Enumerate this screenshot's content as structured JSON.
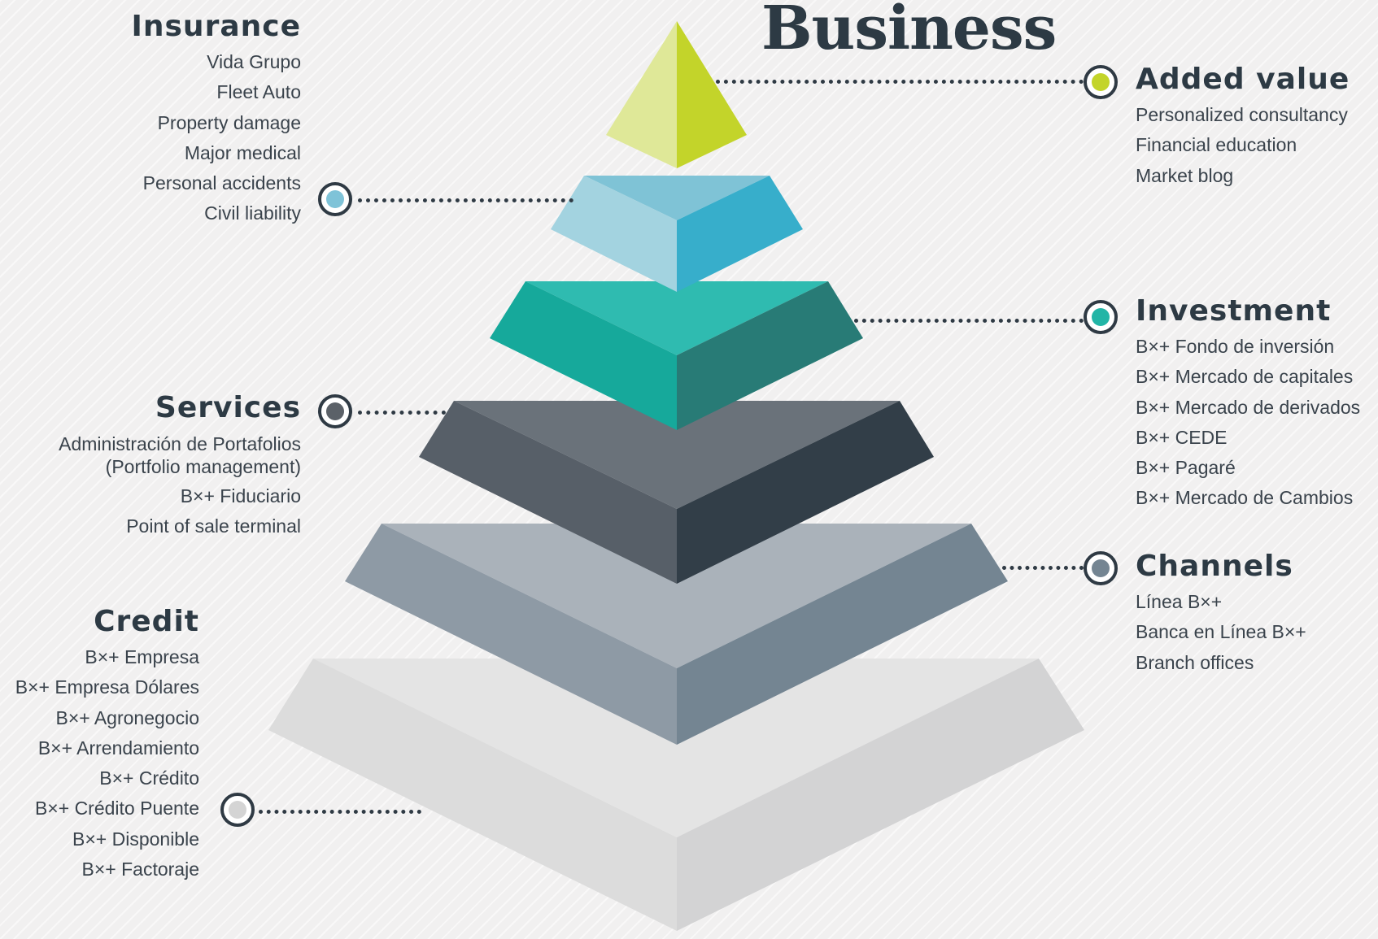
{
  "title": "Business",
  "groups": {
    "insurance": {
      "heading": "Insurance",
      "color": "#7fc3d8",
      "items": [
        "Vida Grupo",
        "Fleet Auto",
        "Property damage",
        "Major medical",
        "Personal accidents",
        "Civil liability"
      ]
    },
    "services": {
      "heading": "Services",
      "color": "#5b6168",
      "items": [
        "Administración de Portafolios\n(Portfolio management)",
        "B×+ Fiduciario",
        "Point of sale terminal"
      ]
    },
    "credit": {
      "heading": "Credit",
      "color": "#d4d4d4",
      "items": [
        "B×+ Empresa",
        "B×+ Empresa Dólares",
        "B×+ Agronegocio",
        "B×+ Arrendamiento",
        "B×+ Crédito",
        "B×+ Crédito Puente",
        "B×+ Disponible",
        "B×+ Factoraje"
      ]
    },
    "added_value": {
      "heading": "Added value",
      "color": "#c3d42a",
      "items": [
        "Personalized consultancy",
        "Financial education",
        "Market blog"
      ]
    },
    "investment": {
      "heading": "Investment",
      "color": "#22b5a6",
      "items": [
        "B×+ Fondo de inversión",
        "B×+ Mercado de capitales",
        "B×+ Mercado de derivados",
        "B×+ CEDE",
        "B×+ Pagaré",
        "B×+ Mercado de Cambios"
      ]
    },
    "channels": {
      "heading": "Channels",
      "color": "#748592",
      "items": [
        "Línea B×+",
        "Banca en Línea B×+",
        "Branch offices"
      ]
    }
  }
}
